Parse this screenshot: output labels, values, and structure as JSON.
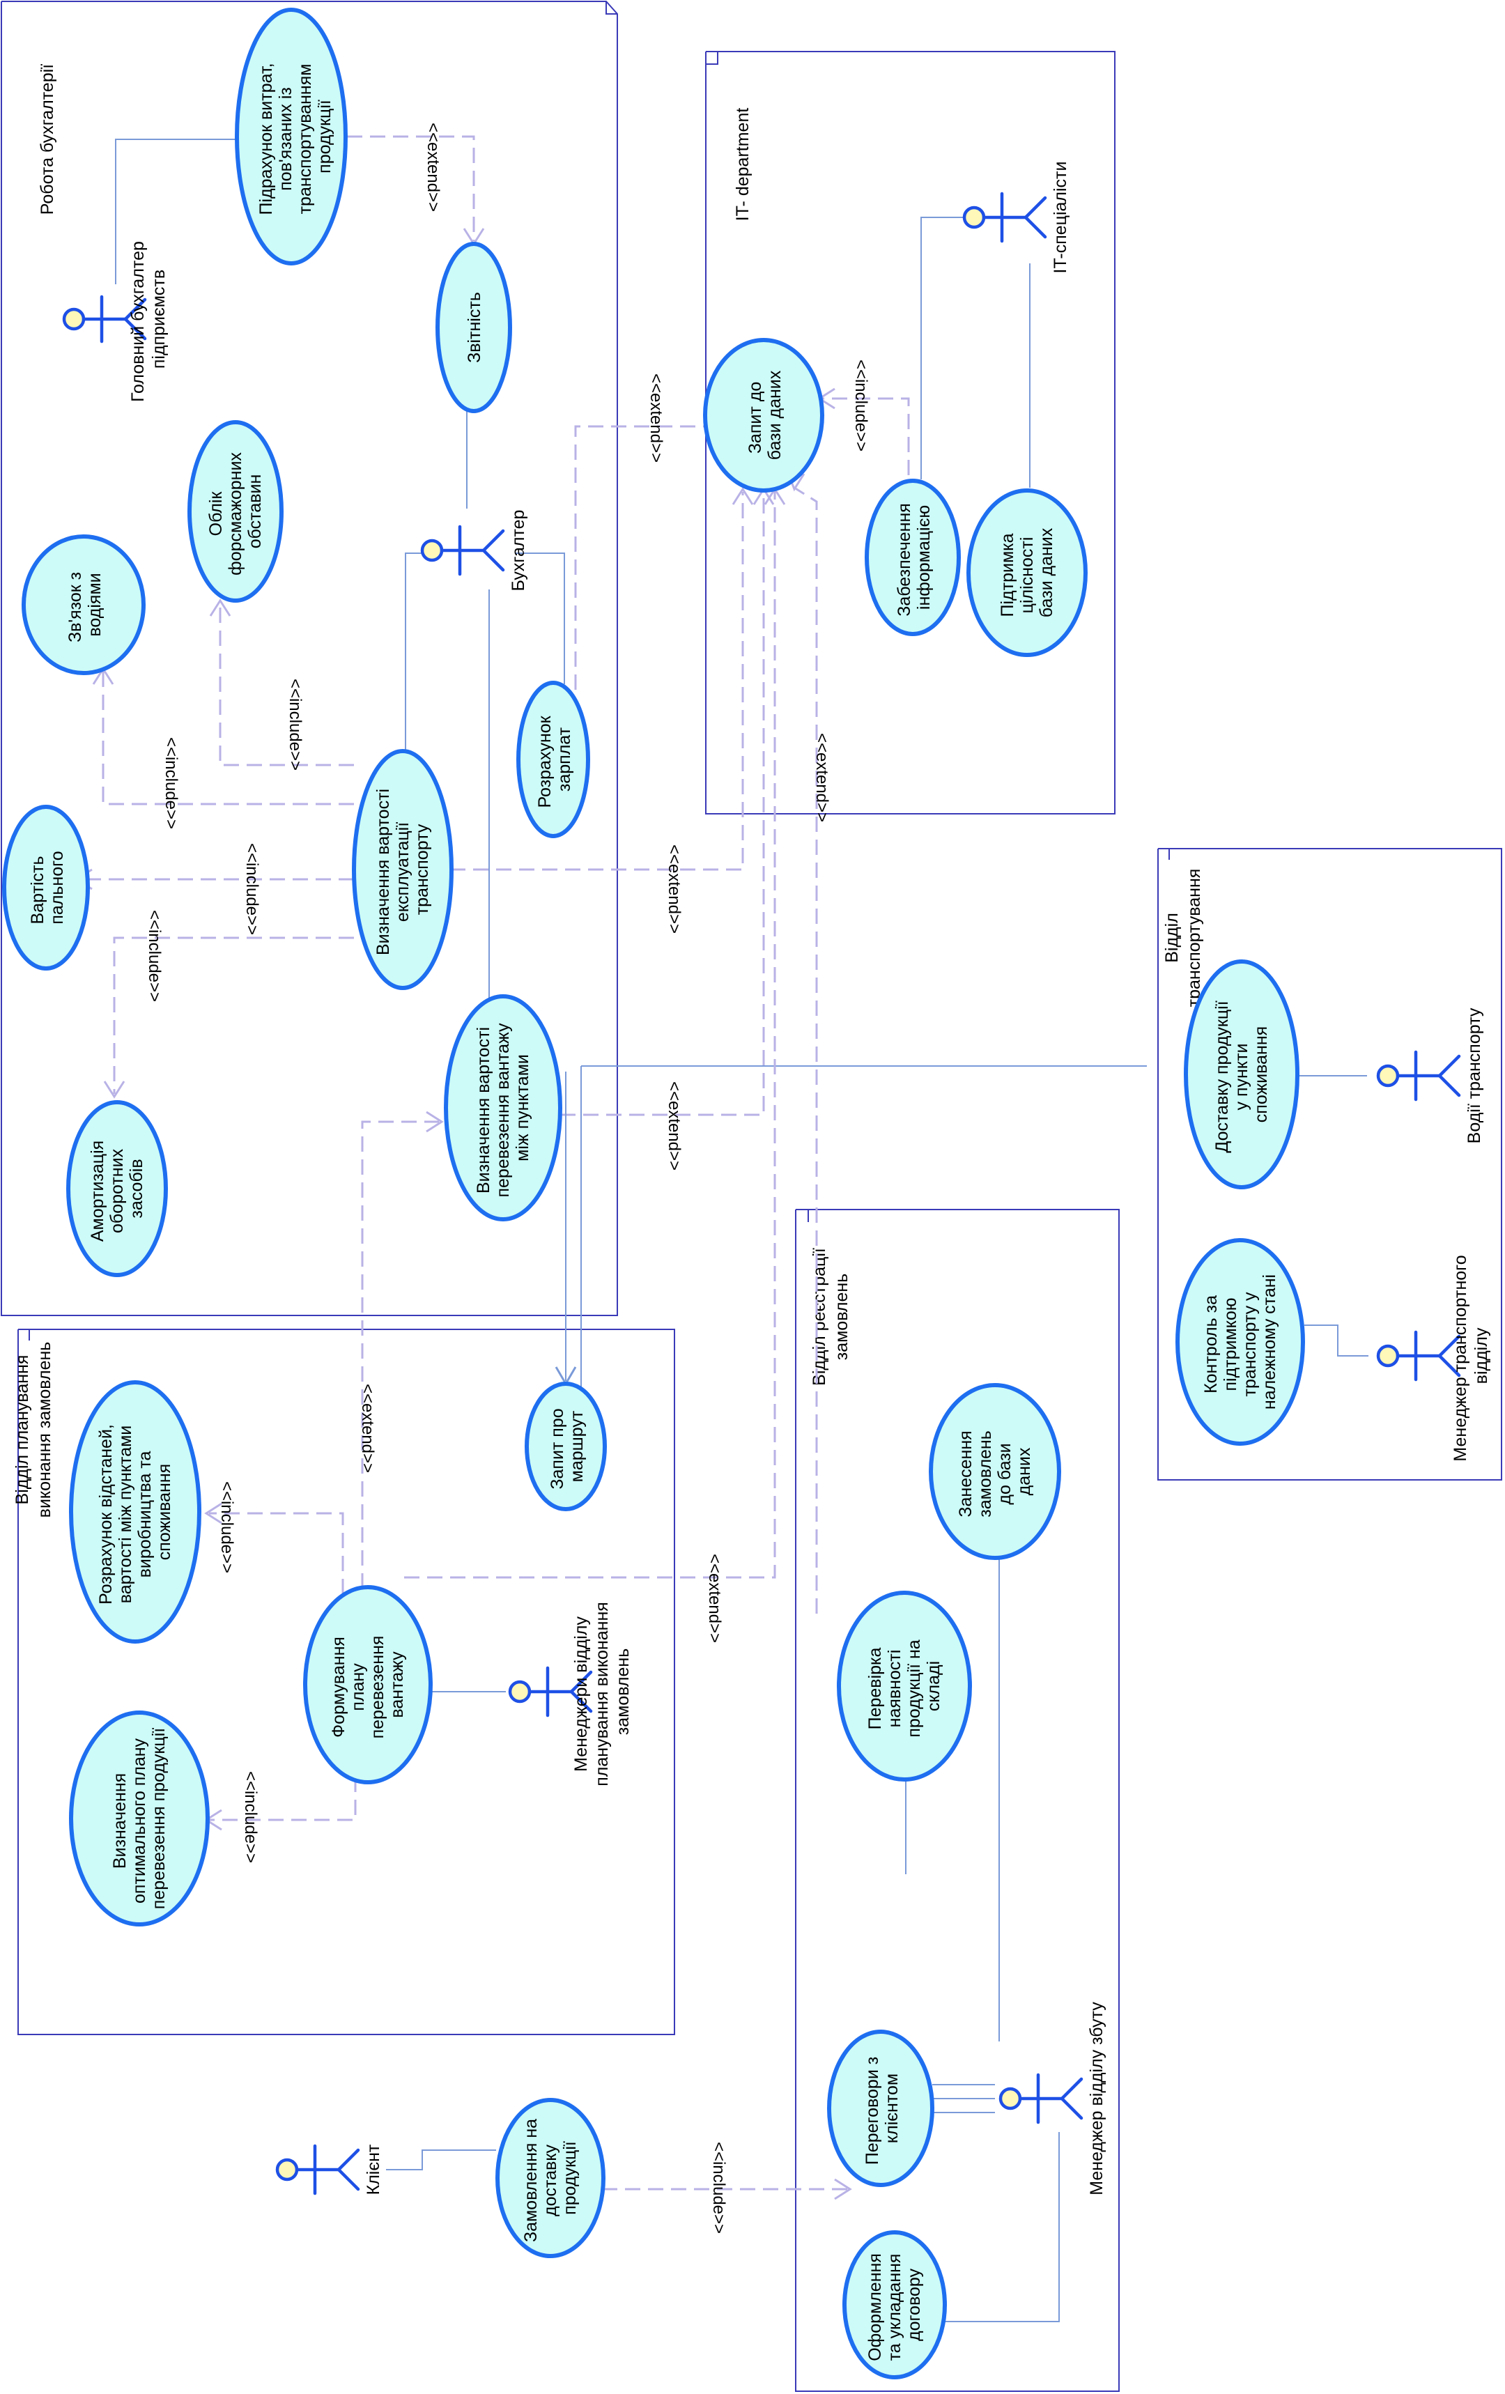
{
  "packages": {
    "accounting": "Робота бухгалтерії",
    "it": "IT- department",
    "transport": [
      "Відділ",
      "транспортування"
    ],
    "registration": [
      "Відділ реєстрації",
      "замовлень"
    ],
    "planning": [
      "Відділ планування",
      "виконання замовлень"
    ]
  },
  "actors": {
    "chief_accountant": [
      "Головний бухгалтер",
      "підприємств"
    ],
    "accountant": "Бухгалтер",
    "it_specialists": "IT-спеціалісти",
    "driver": "Водії транспорту",
    "transport_manager": [
      "Менеджер транспортного",
      "відділу"
    ],
    "planning_managers": [
      "Менеджери відділу",
      "планування виконання",
      "замовлень"
    ],
    "shoe_manager": "Менеджер відділу збуту",
    "client": "Клієнт"
  },
  "usecases": {
    "calc_costs": [
      "Підрахунок витрат,",
      "пов'язаних із",
      "транспортуванням",
      "продукції"
    ],
    "reporting": "Звітність",
    "force_majeure": [
      "Облік",
      "форсмажорних",
      "обставин"
    ],
    "drivers_link": [
      "Зв'язок з",
      "водіями"
    ],
    "salary": [
      "Розрахунок",
      "зарплат"
    ],
    "operating_cost": [
      "Визначення вартості",
      "експлуатації",
      "транспорту"
    ],
    "fuel_cost": [
      "Вартість",
      "пального"
    ],
    "depreciation": [
      "Амортизація",
      "оборотних",
      "засобів"
    ],
    "transport_cost": [
      "Визначення вартості",
      "перевезення вантажу",
      "між пунктами"
    ],
    "db_request": [
      "Запит до",
      "бази даних"
    ],
    "info_support": [
      "Забезпечення",
      "інформацією"
    ],
    "db_integrity": [
      "Підтримка",
      "цілісності",
      "бази даних"
    ],
    "delivery": [
      "Доставку продукції",
      "у пункти",
      "споживання"
    ],
    "maintenance": [
      "Контроль за",
      "підтримкою",
      "транспорту у",
      "належному стані"
    ],
    "route_request": [
      "Запит про",
      "маршрут"
    ],
    "distance_calc": [
      "Розрахунок відстаней,",
      "вартості між пунктами",
      "виробництва та",
      "споживання"
    ],
    "plan_forming": [
      "Формування",
      "плану",
      "перевезення",
      "вантажу"
    ],
    "optimal_plan": [
      "Визначення",
      "оптимального плану",
      "перевезення продукції"
    ],
    "order_entry": [
      "Занесення",
      "замовлень",
      "до бази",
      "даних"
    ],
    "stock_check": [
      "Перевірка",
      "наявності",
      "продукції на",
      "складі"
    ],
    "negotiation": [
      "Переговори з",
      "клієнтом"
    ],
    "contract": [
      "Оформлення",
      "та укладання",
      "договору"
    ],
    "delivery_order": [
      "Замовлення на",
      "доставку",
      "продукції"
    ]
  },
  "stereotypes": {
    "extend": "<<extend>>",
    "include": "<<include>>"
  }
}
